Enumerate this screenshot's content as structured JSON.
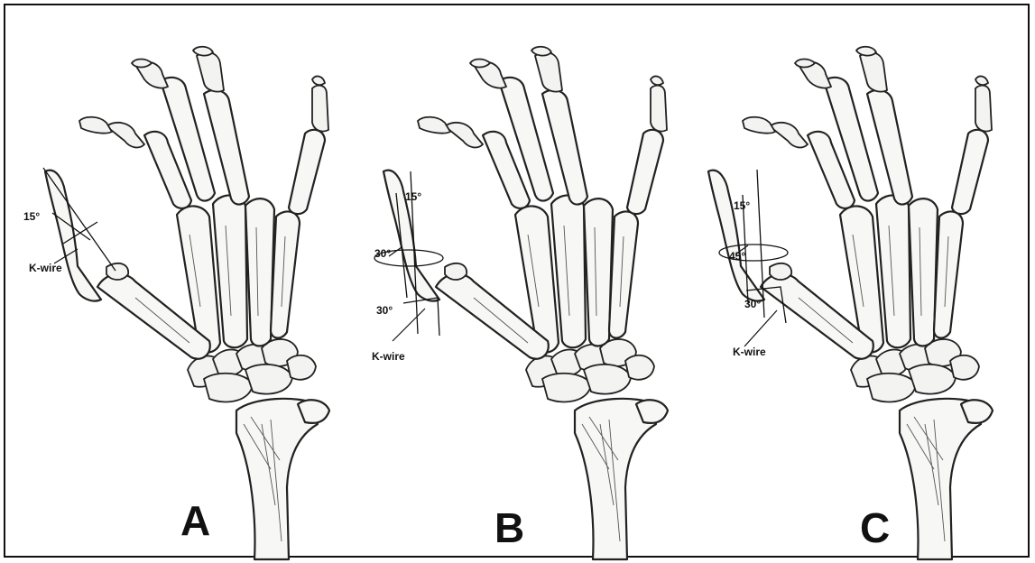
{
  "panels": [
    {
      "letter": "A",
      "angles": [
        "15°"
      ],
      "wire_label": "K-wire"
    },
    {
      "letter": "B",
      "angles": [
        "15°",
        "30°",
        "30°"
      ],
      "wire_label": "K-wire"
    },
    {
      "letter": "C",
      "angles": [
        "15°",
        "45°",
        "30°"
      ],
      "wire_label": "K-wire"
    }
  ]
}
